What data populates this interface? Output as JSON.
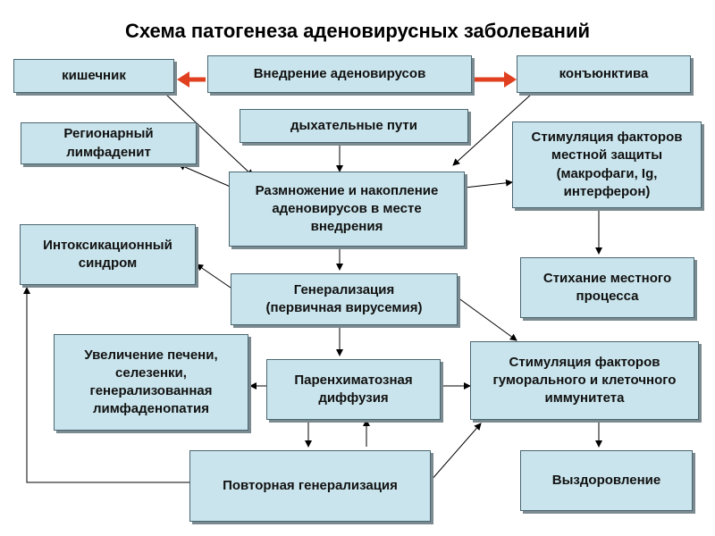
{
  "title": "Схема патогенеза аденовирусных заболеваний",
  "nodes": {
    "intestine": "кишечник",
    "introduction": "Внедрение аденовирусов",
    "conjunctiva": "конъюнктива",
    "respiratory": "дыхательные пути",
    "lymphadenitis": "Регионарный\nлимфаденит",
    "stimulation_local": "Стимуляция факторов\nместной защиты\n(макрофаги, Ig,\nинтерферон)",
    "reproduction": "Размножение и накопление\nаденовирусов в месте\nвнедрения",
    "intoxication": "Интоксикационный\nсиндром",
    "subsiding": "Стихание местного\nпроцесса",
    "generalization": "Генерализация\n(первичная вирусемия)",
    "organ_enlargement": "Увеличение печени,\nселезенки,\nгенерализованная\nлимфаденопатия",
    "diffusion": "Паренхиматозная\nдиффузия",
    "stimulation_immunity": "Стимуляция факторов\nгуморального и клеточного\nиммунитета",
    "repeat_generalization": "Повторная генерализация",
    "recovery": "Выздоровление"
  },
  "colors": {
    "box_fill": "#c9e4ec",
    "box_border": "#4a6670",
    "red_arrow": "#e0401f",
    "arrow": "#000000"
  }
}
